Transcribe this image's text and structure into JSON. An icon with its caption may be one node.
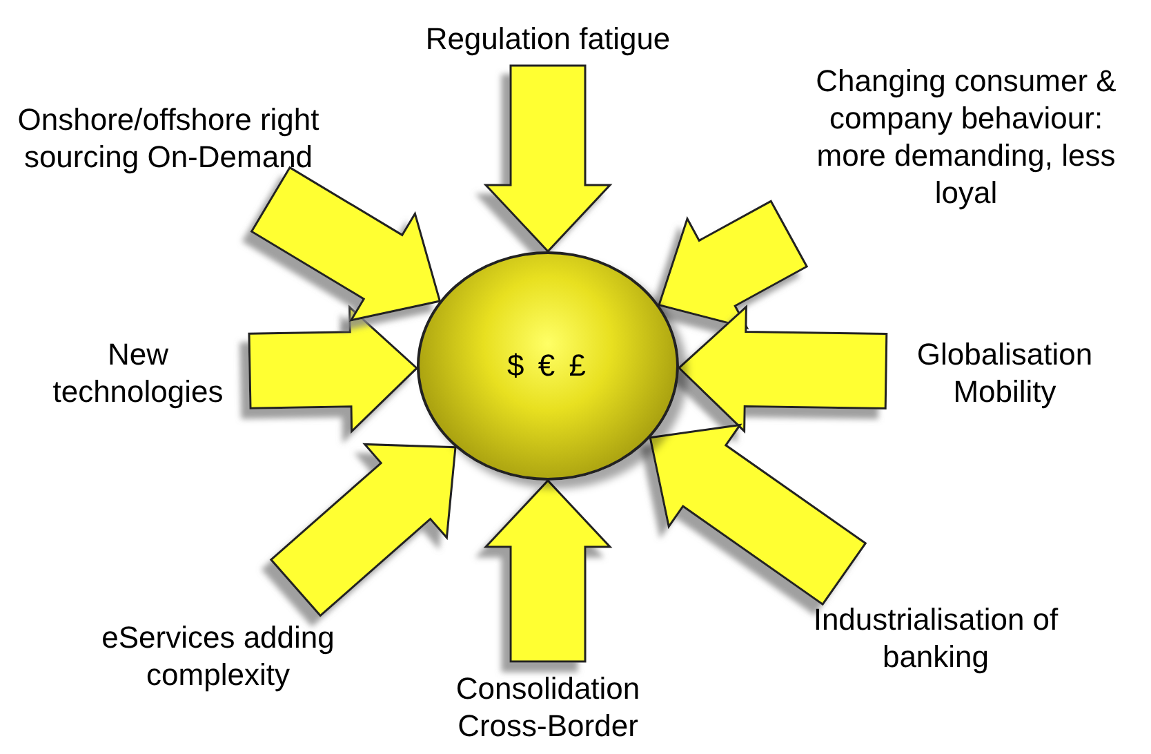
{
  "diagram": {
    "nodes": [
      {
        "text": [
          "$ € £"
        ]
      },
      {
        "text": [
          "Regulation fatigue"
        ]
      },
      {
        "text": [
          "Changing consumer & company behaviour: more demanding, less loyal"
        ]
      },
      {
        "text": [
          "Globalisation Mobility"
        ]
      },
      {
        "text": [
          "Industrialisation of banking"
        ]
      },
      {
        "text": [
          "Consolidation Cross-Border"
        ]
      },
      {
        "text": [
          "eServices adding complexity"
        ]
      },
      {
        "text": [
          "New technologies"
        ]
      },
      {
        "text": [
          "Onshore/offshore right sourcing On-Demand"
        ]
      }
    ],
    "edges": [
      {
        "from": 1,
        "to": 0,
        "arrow": "to"
      },
      {
        "from": 2,
        "to": 0,
        "arrow": "to"
      },
      {
        "from": 3,
        "to": 0,
        "arrow": "to"
      },
      {
        "from": 4,
        "to": 0,
        "arrow": "to"
      },
      {
        "from": 5,
        "to": 0,
        "arrow": "to"
      },
      {
        "from": 6,
        "to": 0,
        "arrow": "to"
      },
      {
        "from": 7,
        "to": 0,
        "arrow": "to"
      },
      {
        "from": 8,
        "to": 0,
        "arrow": "to"
      }
    ]
  }
}
